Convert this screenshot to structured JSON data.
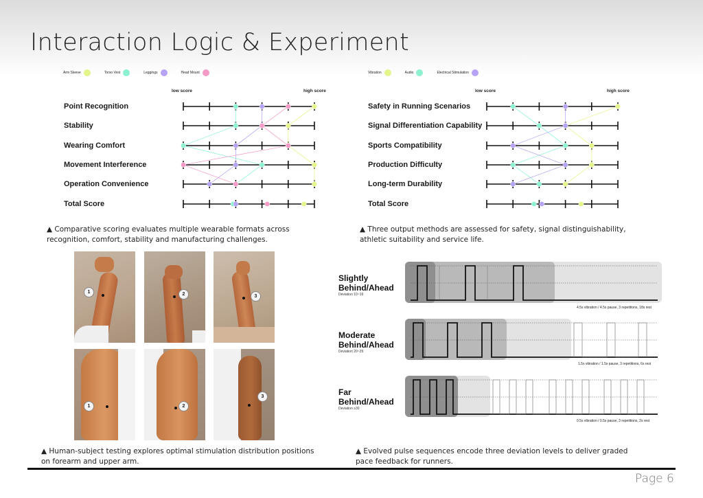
{
  "page": {
    "title": "Interaction Logic & Experiment",
    "page_number": "Page 6"
  },
  "left_chart": {
    "legend": [
      {
        "label": "Arm Sleeve",
        "color": "#e4f58a"
      },
      {
        "label": "Torso Vest",
        "color": "#8cf2cf"
      },
      {
        "label": "Leggings",
        "color": "#b7a3f5"
      },
      {
        "label": "Head Mount",
        "color": "#f59ac6"
      }
    ],
    "low_label": "low score",
    "high_label": "high score",
    "criteria": [
      "Point Recognition",
      "Stability",
      "Wearing Comfort",
      "Movement Interference",
      "Operation Convenience",
      "Total Score"
    ],
    "caption": "▲ Comparative scoring evaluates multiple wearable formats across recognition, comfort, stability and manufacturing challenges."
  },
  "right_chart": {
    "legend": [
      {
        "label": "Vibration",
        "color": "#e4f58a"
      },
      {
        "label": "Audio",
        "color": "#8cf2cf"
      },
      {
        "label": "Electrical Stimulation",
        "color": "#b7a3f5"
      }
    ],
    "low_label": "low score",
    "high_label": "high score",
    "criteria": [
      "Safety in Running Scenarios",
      "Signal Differentiation Capability",
      "Sports Compatibility",
      "Production Difficulty",
      "Long-term Durability",
      "Total Score"
    ],
    "caption": "▲ Three output methods are assessed for safety, signal distinguishability, athletic suitability and service life."
  },
  "chart_data": [
    {
      "type": "scatter",
      "title": "",
      "scale": {
        "min": 0,
        "max": 5,
        "low_label": "low score",
        "high_label": "high score"
      },
      "categories": [
        "Point Recognition",
        "Stability",
        "Wearing Comfort",
        "Movement Interference",
        "Operation Convenience",
        "Total Score"
      ],
      "series": [
        {
          "name": "Arm Sleeve",
          "color": "#e4f58a",
          "values": [
            5,
            4,
            4,
            5,
            5,
            4.6
          ]
        },
        {
          "name": "Torso Vest",
          "color": "#8cf2cf",
          "values": [
            2,
            2,
            0,
            3,
            2,
            1.9
          ]
        },
        {
          "name": "Leggings",
          "color": "#b7a3f5",
          "values": [
            3,
            3,
            2,
            2,
            1,
            2.0
          ]
        },
        {
          "name": "Head Mount",
          "color": "#f59ac6",
          "values": [
            4,
            3,
            4,
            0,
            2,
            3.2
          ]
        }
      ],
      "grid": false,
      "legend": "top-left"
    },
    {
      "type": "scatter",
      "title": "",
      "scale": {
        "min": 0,
        "max": 5,
        "low_label": "low score",
        "high_label": "high score"
      },
      "categories": [
        "Safety in Running Scenarios",
        "Signal Differentiation Capability",
        "Sports Compatibility",
        "Production Difficulty",
        "Long-term Durability",
        "Total Score"
      ],
      "series": [
        {
          "name": "Vibration",
          "color": "#e4f58a",
          "values": [
            5,
            3,
            4,
            4,
            3,
            3.6
          ]
        },
        {
          "name": "Audio",
          "color": "#8cf2cf",
          "values": [
            1,
            2,
            3,
            1,
            2,
            1.8
          ]
        },
        {
          "name": "Electrical Stimulation",
          "color": "#b7a3f5",
          "values": [
            3,
            3,
            1,
            3,
            1,
            2.1
          ]
        }
      ],
      "grid": false,
      "legend": "top-left"
    }
  ],
  "photos": {
    "labels": [
      "1",
      "2",
      "3",
      "1",
      "2",
      "3"
    ],
    "caption": "▲ Human-subject testing explores optimal stimulation distribution positions on forearm and upper arm."
  },
  "pulse_levels": [
    {
      "title_line1": "Slightly",
      "title_line2": "Behind/Ahead",
      "deviation": "Deviation 10~19",
      "note": "4.5s vibration / 4.5s pause, 3 repetitions, 18s rest"
    },
    {
      "title_line1": "Moderate",
      "title_line2": "Behind/Ahead",
      "deviation": "Deviation 20~29",
      "note": "1.5s vibration / 1.5s pause, 3 repetitions, 6s rest"
    },
    {
      "title_line1": "Far",
      "title_line2": "Behind/Ahead",
      "deviation": "Deviation ≥30",
      "note": "0.5s vibration / 0.5s pause, 3 repetitions, 2s rest"
    }
  ],
  "pulse_caption": "▲ Evolved pulse sequences encode three deviation levels to deliver graded pace feedback for runners."
}
